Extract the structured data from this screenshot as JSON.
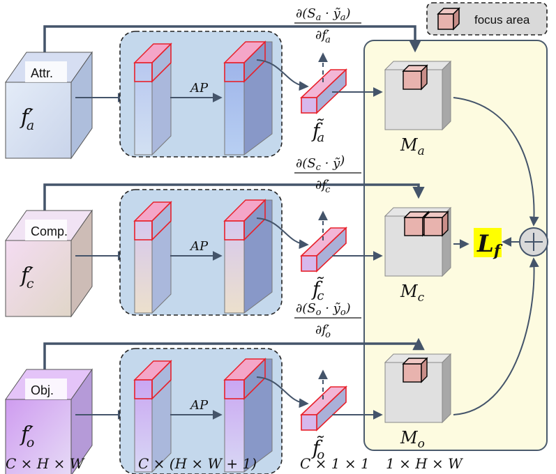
{
  "legend": {
    "label": "focus area"
  },
  "branches": [
    {
      "id": "attr",
      "name": "Attr.",
      "feature": "f′",
      "feature_sub": "a",
      "pool_label": "AP",
      "pooled": "f̃",
      "pooled_sub": "a",
      "grad_numer": "∂(S",
      "grad_numer_sub": "a",
      "grad_numer_rest": " · ỹ",
      "grad_numer_rest_sub": "a",
      "grad_numer_close": ")",
      "grad_denom": "∂f′",
      "grad_denom_sub": "a",
      "map": "M",
      "map_sub": "a",
      "focus_cells": 1
    },
    {
      "id": "comp",
      "name": "Comp.",
      "feature": "f′",
      "feature_sub": "c",
      "pool_label": "AP",
      "pooled": "f̃",
      "pooled_sub": "c",
      "grad_numer": "∂(S",
      "grad_numer_sub": "c",
      "grad_numer_rest": " · ỹ",
      "grad_numer_rest_sub": "",
      "grad_numer_close": ")",
      "grad_denom": "∂f′",
      "grad_denom_sub": "c",
      "map": "M",
      "map_sub": "c",
      "focus_cells": 2
    },
    {
      "id": "obj",
      "name": "Obj.",
      "feature": "f′",
      "feature_sub": "o",
      "pool_label": "AP",
      "pooled": "f̃",
      "pooled_sub": "o",
      "grad_numer": "∂(S",
      "grad_numer_sub": "o",
      "grad_numer_rest": " · ỹ",
      "grad_numer_rest_sub": "o",
      "grad_numer_close": ")",
      "grad_denom": "∂f′",
      "grad_denom_sub": "o",
      "map": "M",
      "map_sub": "o",
      "focus_cells": 1
    }
  ],
  "loss": {
    "symbol": "L",
    "sub": "f",
    "highlight": "#ffff00"
  },
  "sum_symbol": "+",
  "dims": {
    "input": "C × H × W",
    "pooled": "C × (H × W + 1)",
    "vector": "C × 1 × 1",
    "map": "1 × H × W"
  },
  "colors": {
    "panel_bg": "#fdfbe0",
    "dashed_bg": "#c4d8ec",
    "focus": "#e8b3ae",
    "arrow": "#44546a",
    "highlight_edge": "#e8202a"
  }
}
